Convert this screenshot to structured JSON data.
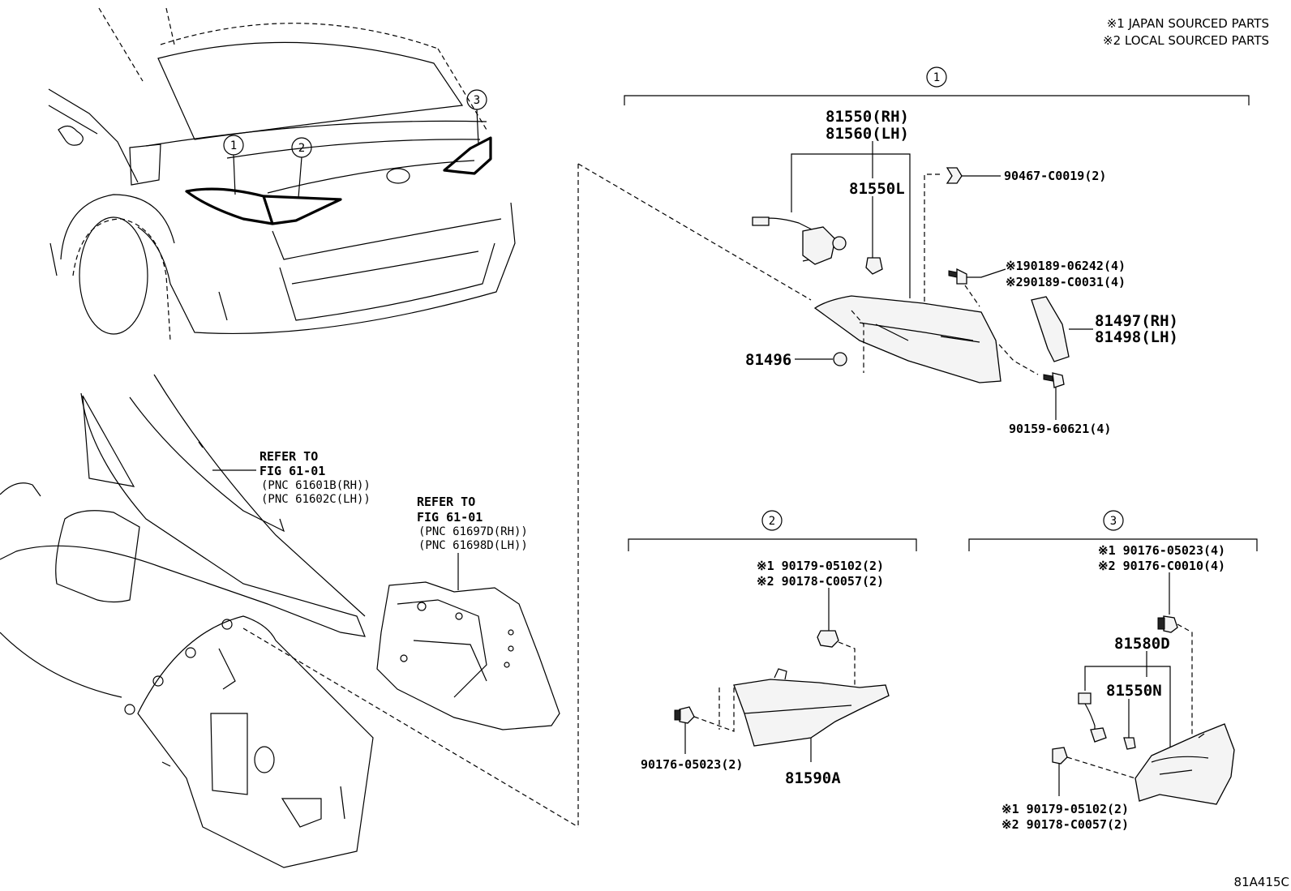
{
  "legend": {
    "line1": "※1 JAPAN SOURCED PARTS",
    "line2": "※2 LOCAL SOURCED PARTS"
  },
  "callouts": {
    "c1": "1",
    "c2": "2",
    "c3": "3"
  },
  "refer_rear_panel": {
    "line1": "REFER TO",
    "line2": "FIG 61-01",
    "line3": "(PNC 61601B(RH))",
    "line4": "(PNC 61602C(LH))"
  },
  "refer_inner_panel": {
    "line1": "REFER TO",
    "line2": "FIG 61-01",
    "line3": "(PNC 61697D(RH))",
    "line4": "(PNC 61698D(LH))"
  },
  "group1": {
    "lamp_rh": "81550(RH)",
    "lamp_lh": "81560(LH)",
    "bulb": "81550L",
    "clip": "90467-C0019(2)",
    "screw_j": "※190189-06242(4)",
    "screw_l": "※290189-C0031(4)",
    "grommet": "81496",
    "cover_rh": "81497(RH)",
    "cover_lh": "81498(LH)",
    "bolt": "90159-60621(4)"
  },
  "group2": {
    "nut_j": "※1 90179-05102(2)",
    "nut_l": "※2 90178-C0057(2)",
    "nut_side": "90176-05023(2)",
    "lamp": "81590A"
  },
  "group3": {
    "nut_j": "※1 90176-05023(4)",
    "nut_l": "※2 90176-C0010(4)",
    "socket": "81580D",
    "bulb": "81550N",
    "nut2_j": "※1 90179-05102(2)",
    "nut2_l": "※2 90178-C0057(2)"
  },
  "figure_code": "81A415C"
}
